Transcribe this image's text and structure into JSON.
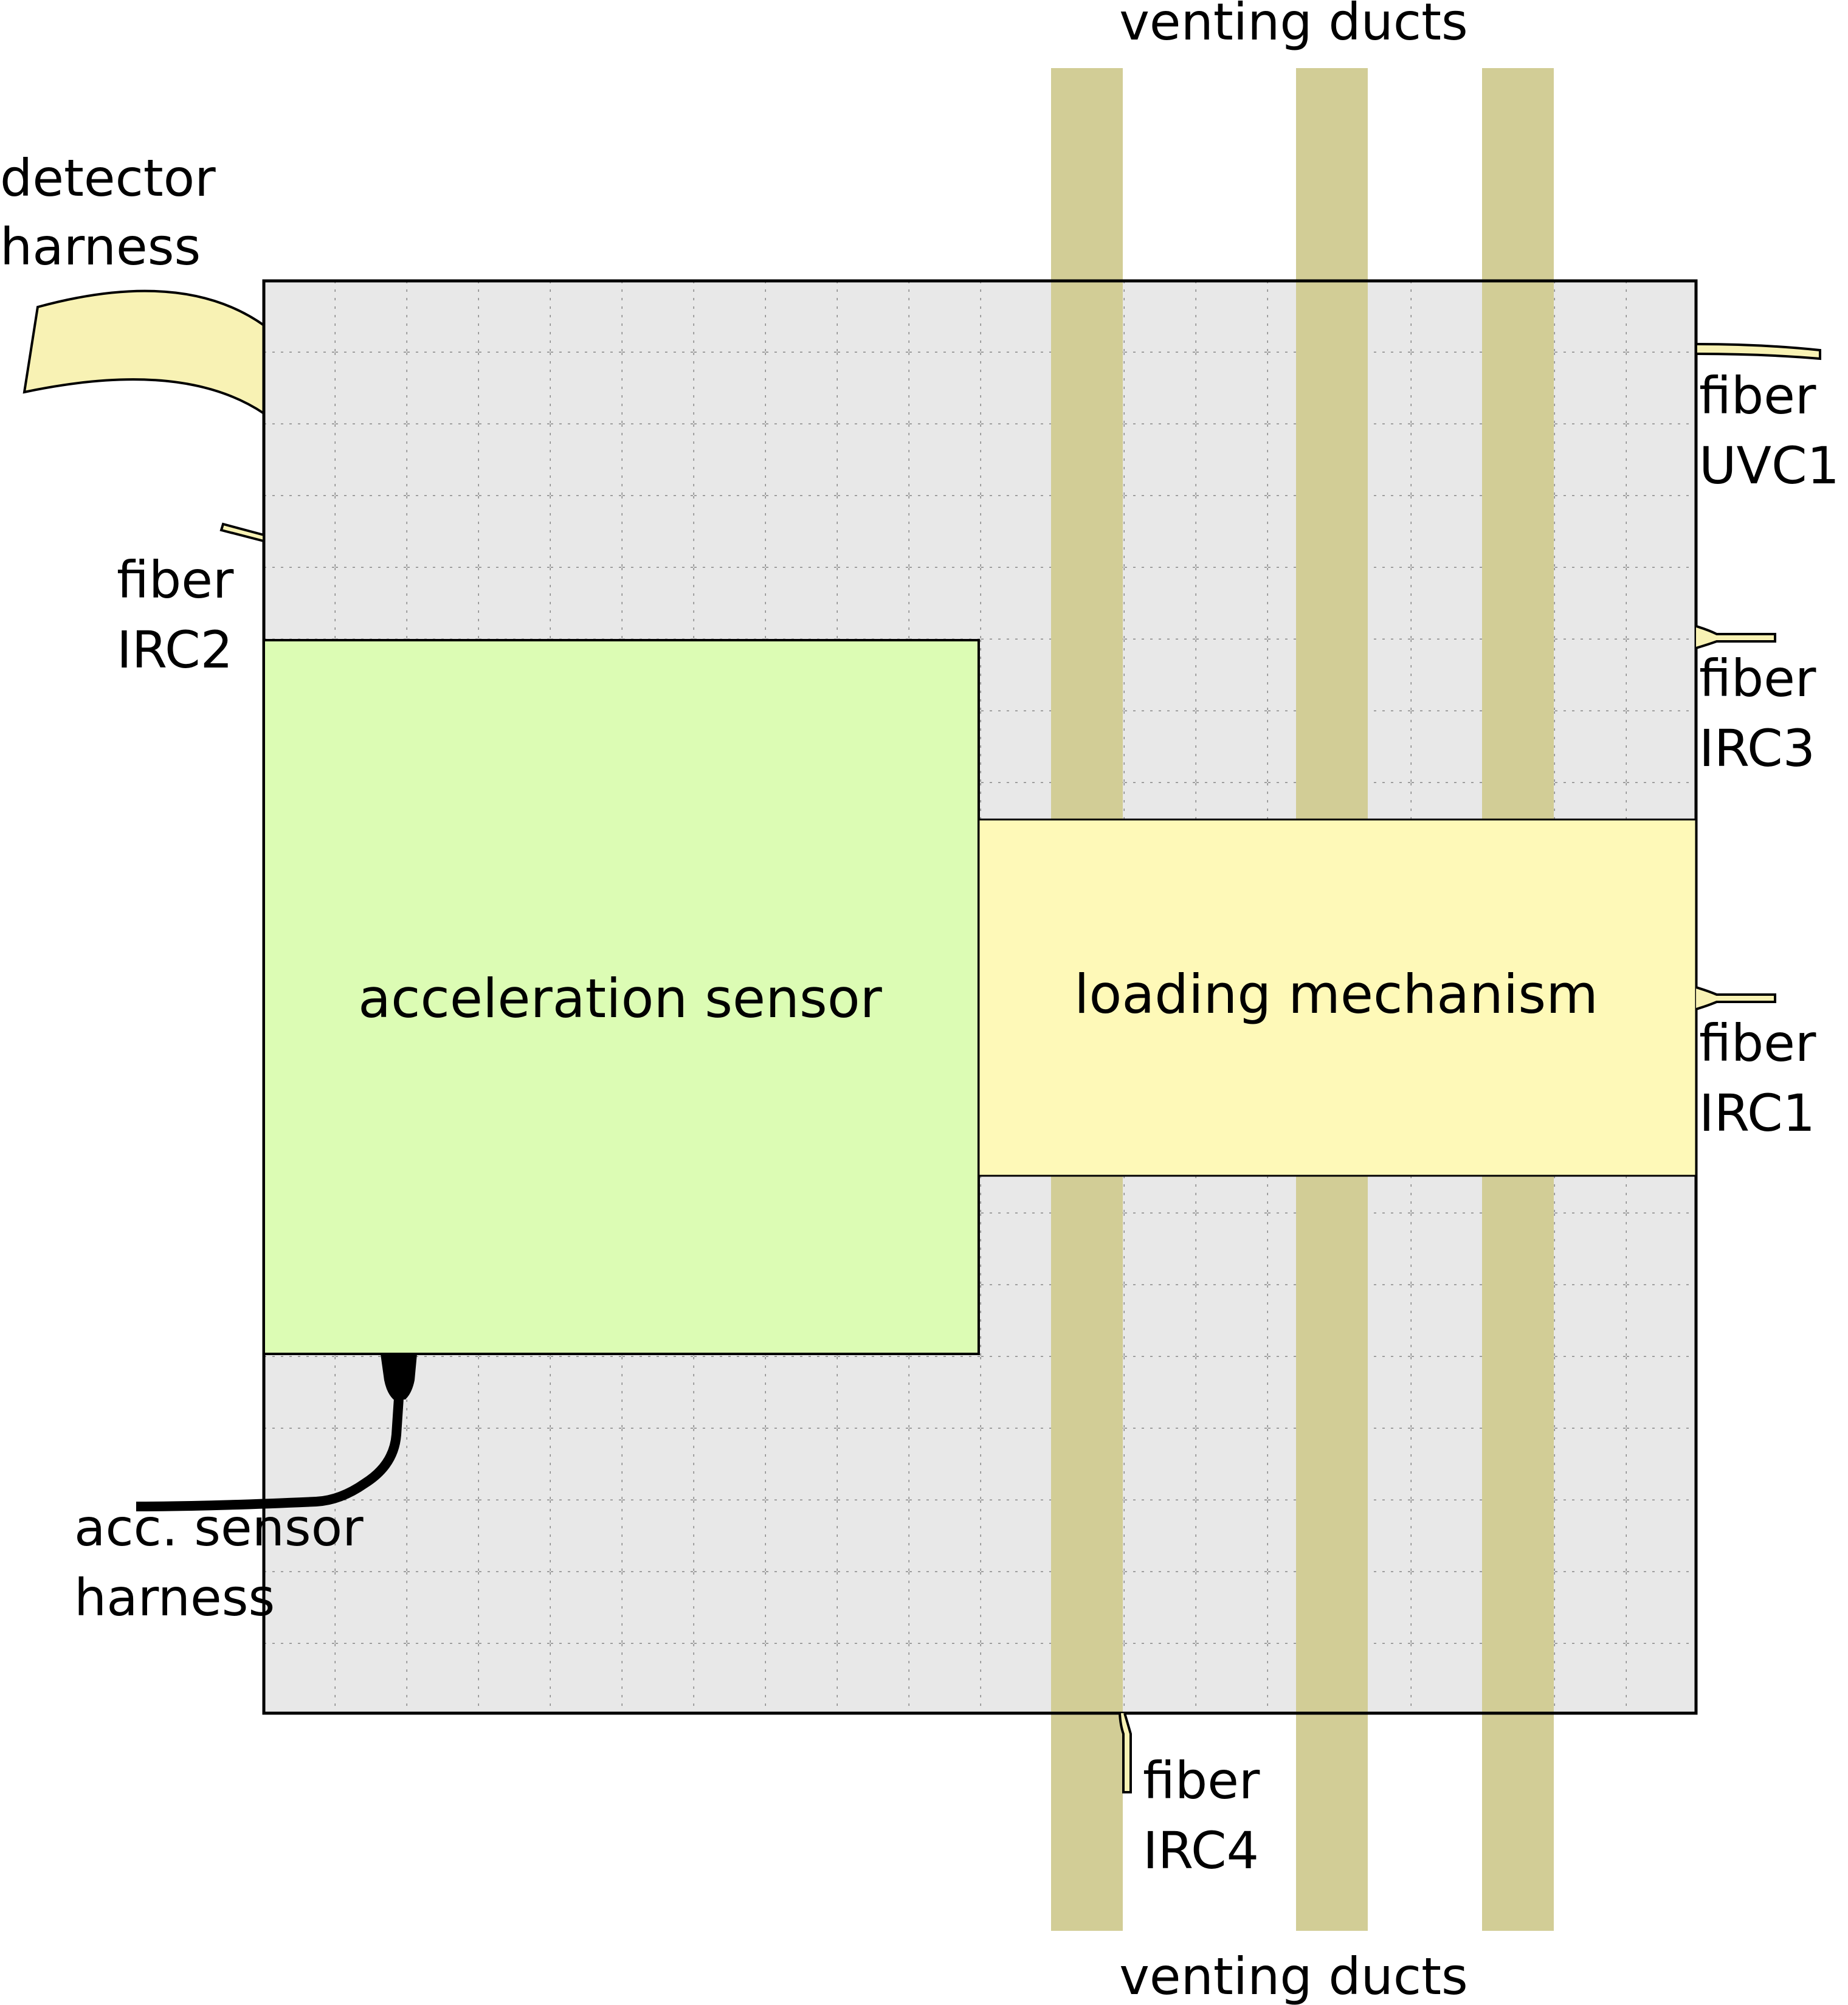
{
  "labels": {
    "venting_top": "venting ducts",
    "venting_bottom": "venting ducts",
    "detector_harness_1": "detector",
    "detector_harness_2": "harness",
    "fiber_irc2_1": "fiber",
    "fiber_irc2_2": "IRC2",
    "fiber_uvc1_1": "fiber",
    "fiber_uvc1_2": "UVC1",
    "fiber_irc3_1": "fiber",
    "fiber_irc3_2": "IRC3",
    "fiber_irc1_1": "fiber",
    "fiber_irc1_2": "IRC1",
    "fiber_irc4_1": "fiber",
    "fiber_irc4_2": "IRC4",
    "acc_harness_1": "acc. sensor",
    "acc_harness_2": "harness",
    "acceleration_sensor": "acceleration sensor",
    "loading_mechanism": "loading mechanism"
  },
  "colors": {
    "plate": "#e8e8e8",
    "grid": "#888888",
    "duct": "#d2cd96",
    "acceleration_sensor": "#dcfcb4",
    "loading_mechanism": "#fef9b8",
    "harness": "#f8f2b4",
    "cable": "#000000"
  }
}
